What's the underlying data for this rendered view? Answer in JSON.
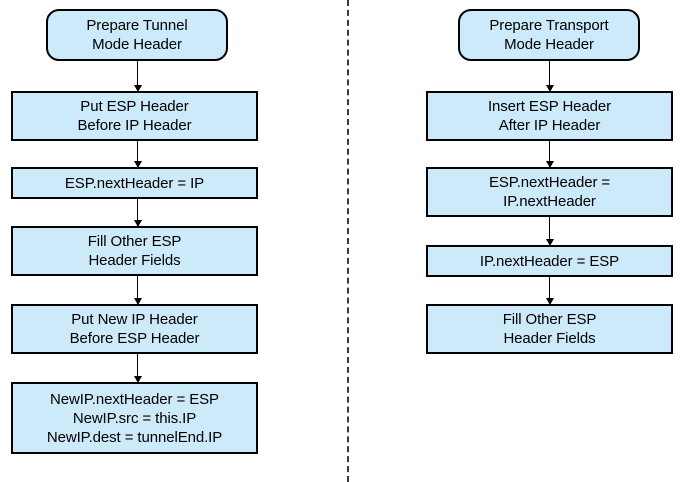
{
  "diagram": {
    "title": "IPsec ESP header preparation flowcharts",
    "fill_color": "#cdeafa",
    "stroke_color": "#000000",
    "divider": {
      "name": "column-divider",
      "style": "dashed-vertical"
    },
    "columns": [
      {
        "id": "tunnel-mode",
        "name": "tunnel-mode-flow",
        "nodes": [
          {
            "id": "tunnel-start",
            "shape": "terminator",
            "text": "Prepare Tunnel\nMode Header"
          },
          {
            "id": "tunnel-step-1",
            "shape": "process",
            "text": "Put ESP Header\nBefore IP Header"
          },
          {
            "id": "tunnel-step-2",
            "shape": "process",
            "text": "ESP.nextHeader = IP"
          },
          {
            "id": "tunnel-step-3",
            "shape": "process",
            "text": "Fill Other ESP\nHeader Fields"
          },
          {
            "id": "tunnel-step-4",
            "shape": "process",
            "text": "Put New IP Header\nBefore ESP Header"
          },
          {
            "id": "tunnel-step-5",
            "shape": "process",
            "text": "NewIP.nextHeader = ESP\nNewIP.src = this.IP\nNewIP.dest = tunnelEnd.IP"
          }
        ]
      },
      {
        "id": "transport-mode",
        "name": "transport-mode-flow",
        "nodes": [
          {
            "id": "transport-start",
            "shape": "terminator",
            "text": "Prepare Transport\nMode Header"
          },
          {
            "id": "transport-step-1",
            "shape": "process",
            "text": "Insert ESP Header\nAfter IP Header"
          },
          {
            "id": "transport-step-2",
            "shape": "process",
            "text": "ESP.nextHeader =\nIP.nextHeader"
          },
          {
            "id": "transport-step-3",
            "shape": "process",
            "text": "IP.nextHeader = ESP"
          },
          {
            "id": "transport-step-4",
            "shape": "process",
            "text": "Fill Other ESP\nHeader Fields"
          }
        ]
      }
    ]
  }
}
